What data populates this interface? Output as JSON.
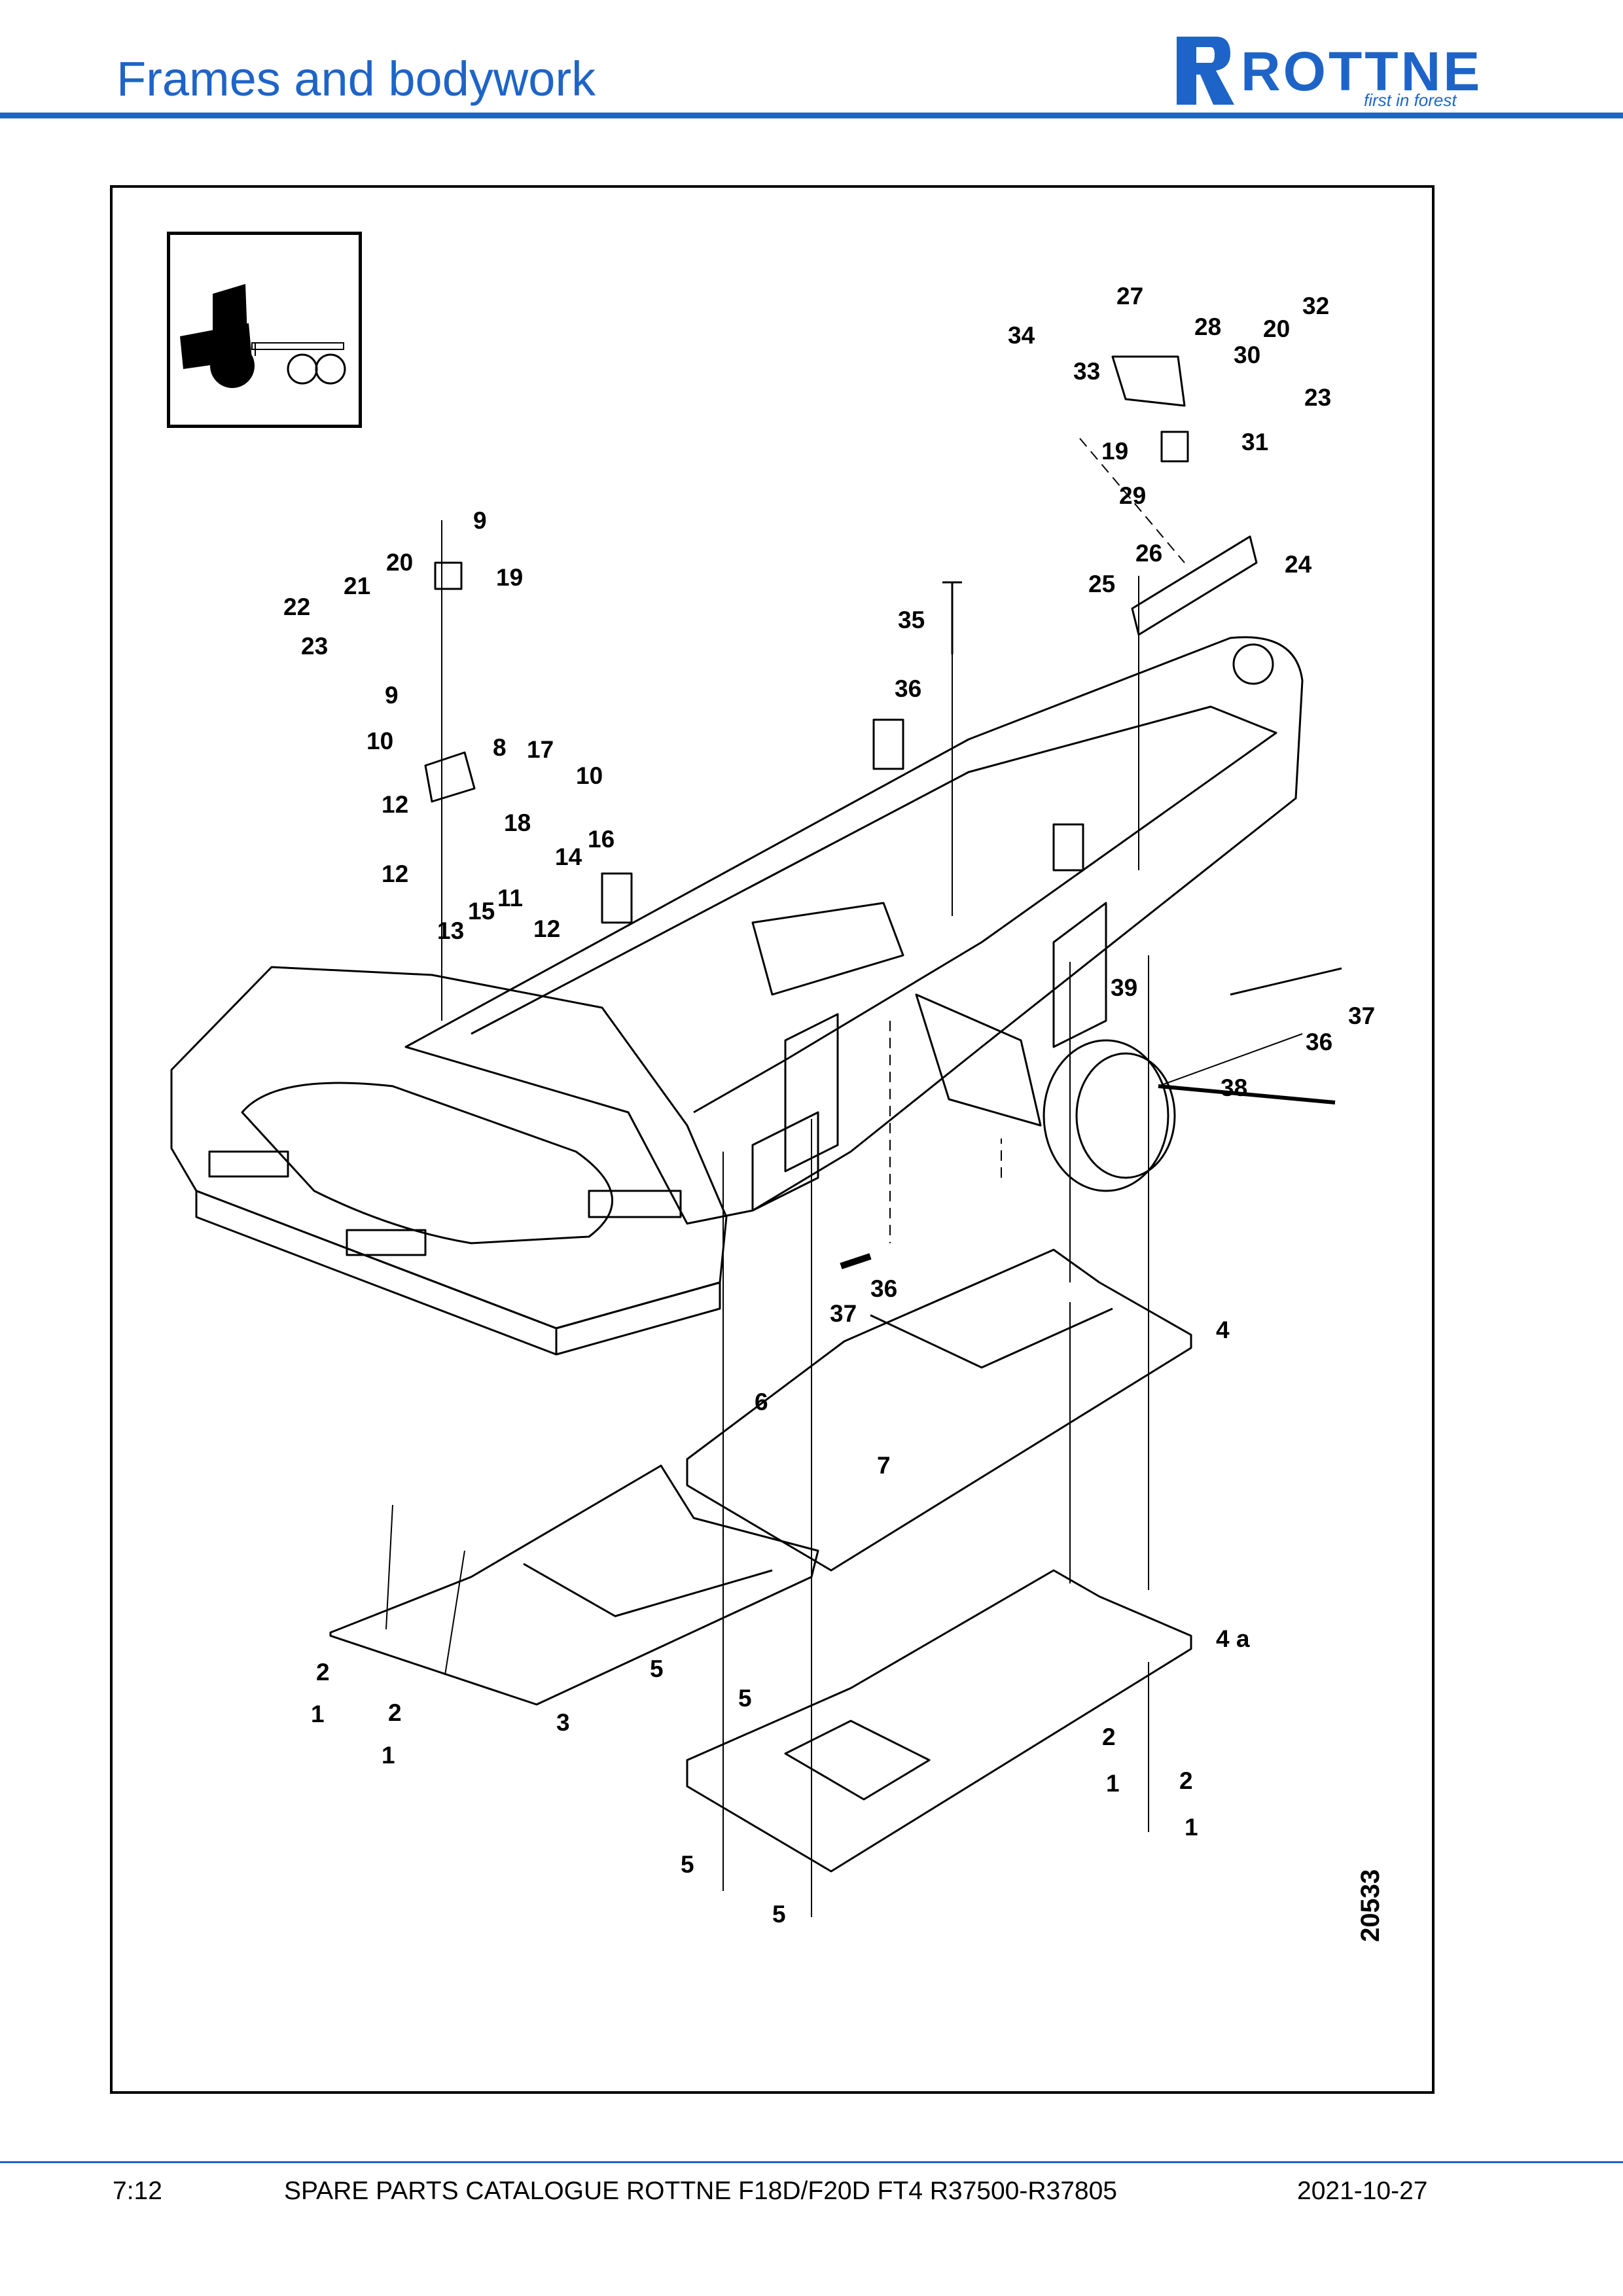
{
  "header": {
    "title": "Frames and bodywork",
    "logo_text": "ROTTNE",
    "logo_tagline": "first in forest"
  },
  "figure": {
    "number": "20533",
    "callouts": [
      "1",
      "2",
      "3",
      "4",
      "4 a",
      "5",
      "6",
      "7",
      "8",
      "9",
      "10",
      "11",
      "12",
      "13",
      "14",
      "15",
      "16",
      "17",
      "18",
      "19",
      "20",
      "21",
      "22",
      "23",
      "24",
      "25",
      "26",
      "27",
      "28",
      "29",
      "30",
      "31",
      "32",
      "33",
      "34",
      "35",
      "36",
      "37",
      "38",
      "39"
    ]
  },
  "footer": {
    "page": "7:12",
    "catalogue": "SPARE PARTS CATALOGUE ROTTNE F18D/F20D FT4 R37500-R37805",
    "date": "2021-10-27"
  },
  "colors": {
    "brand_blue": "#1e64c8",
    "line": "#000000"
  }
}
